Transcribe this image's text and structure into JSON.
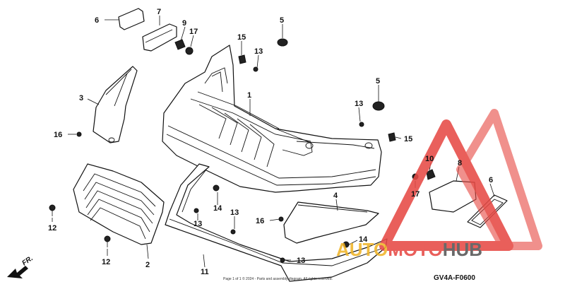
{
  "diagram": {
    "code": "GV4A-F0600",
    "copyright": "Page 1 of 1 © 2024 - Parts and assembly diagram. All rights reserved.",
    "direction_label": "FR.",
    "callouts": {
      "c1": "1",
      "c2": "2",
      "c3": "3",
      "c4": "4",
      "c5a": "5",
      "c5b": "5",
      "c6a": "6",
      "c6b": "6",
      "c7": "7",
      "c8": "8",
      "c9": "9",
      "c10": "10",
      "c11": "11",
      "c12a": "12",
      "c12b": "12",
      "c13a": "13",
      "c13b": "13",
      "c13c": "13",
      "c13d": "13",
      "c13e": "13",
      "c14a": "14",
      "c14b": "14",
      "c15a": "15",
      "c15b": "15",
      "c16a": "16",
      "c16b": "16",
      "c17a": "17",
      "c17b": "17"
    }
  },
  "watermark": {
    "part1": "AUTO",
    "part2": "MOTO",
    "part3": "HUB",
    "colors": {
      "triangle": "#e64a45",
      "auto": "#f0b428",
      "moto": "#e64a45",
      "hub": "#555555"
    }
  }
}
